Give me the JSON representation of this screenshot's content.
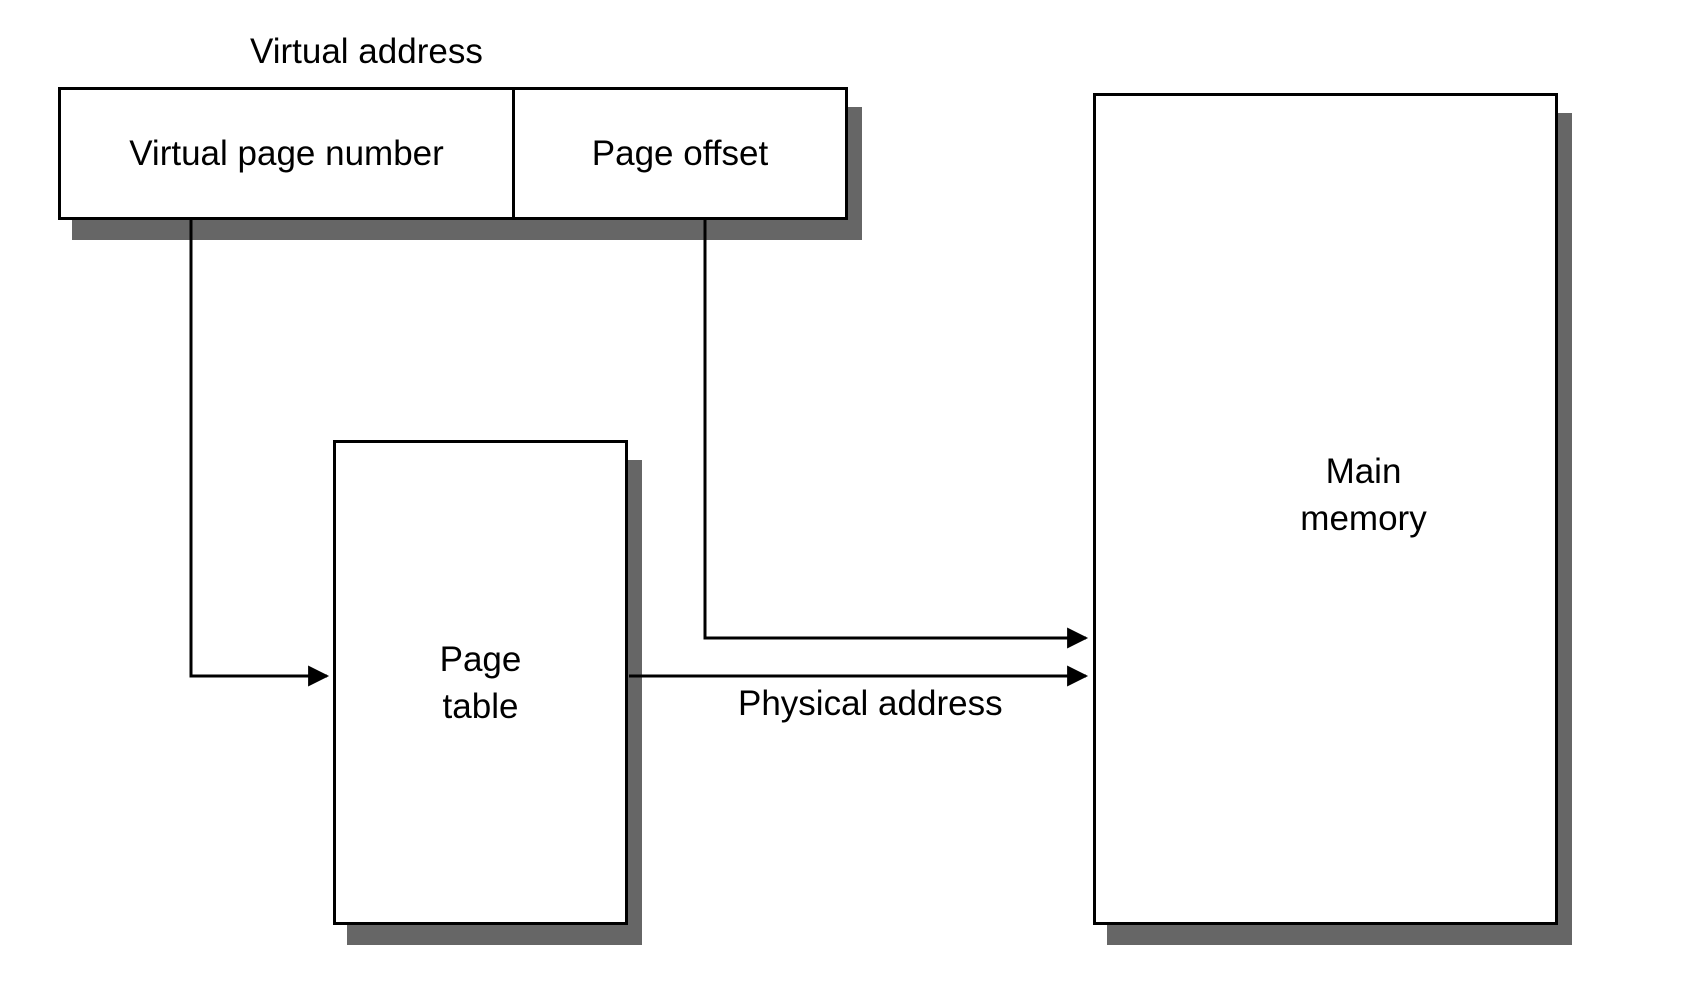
{
  "diagram": {
    "virtual_address": {
      "title": "Virtual address",
      "fields": [
        {
          "label": "Virtual page number"
        },
        {
          "label": "Page offset"
        }
      ]
    },
    "page_table": {
      "label": "Page\ntable"
    },
    "main_memory": {
      "label": "Main\nmemory"
    },
    "physical_address_label": "Physical address",
    "colors": {
      "line": "#000000",
      "shadow": "#666666",
      "box_fill": "#ffffff",
      "canvas": "#ffffff"
    }
  }
}
